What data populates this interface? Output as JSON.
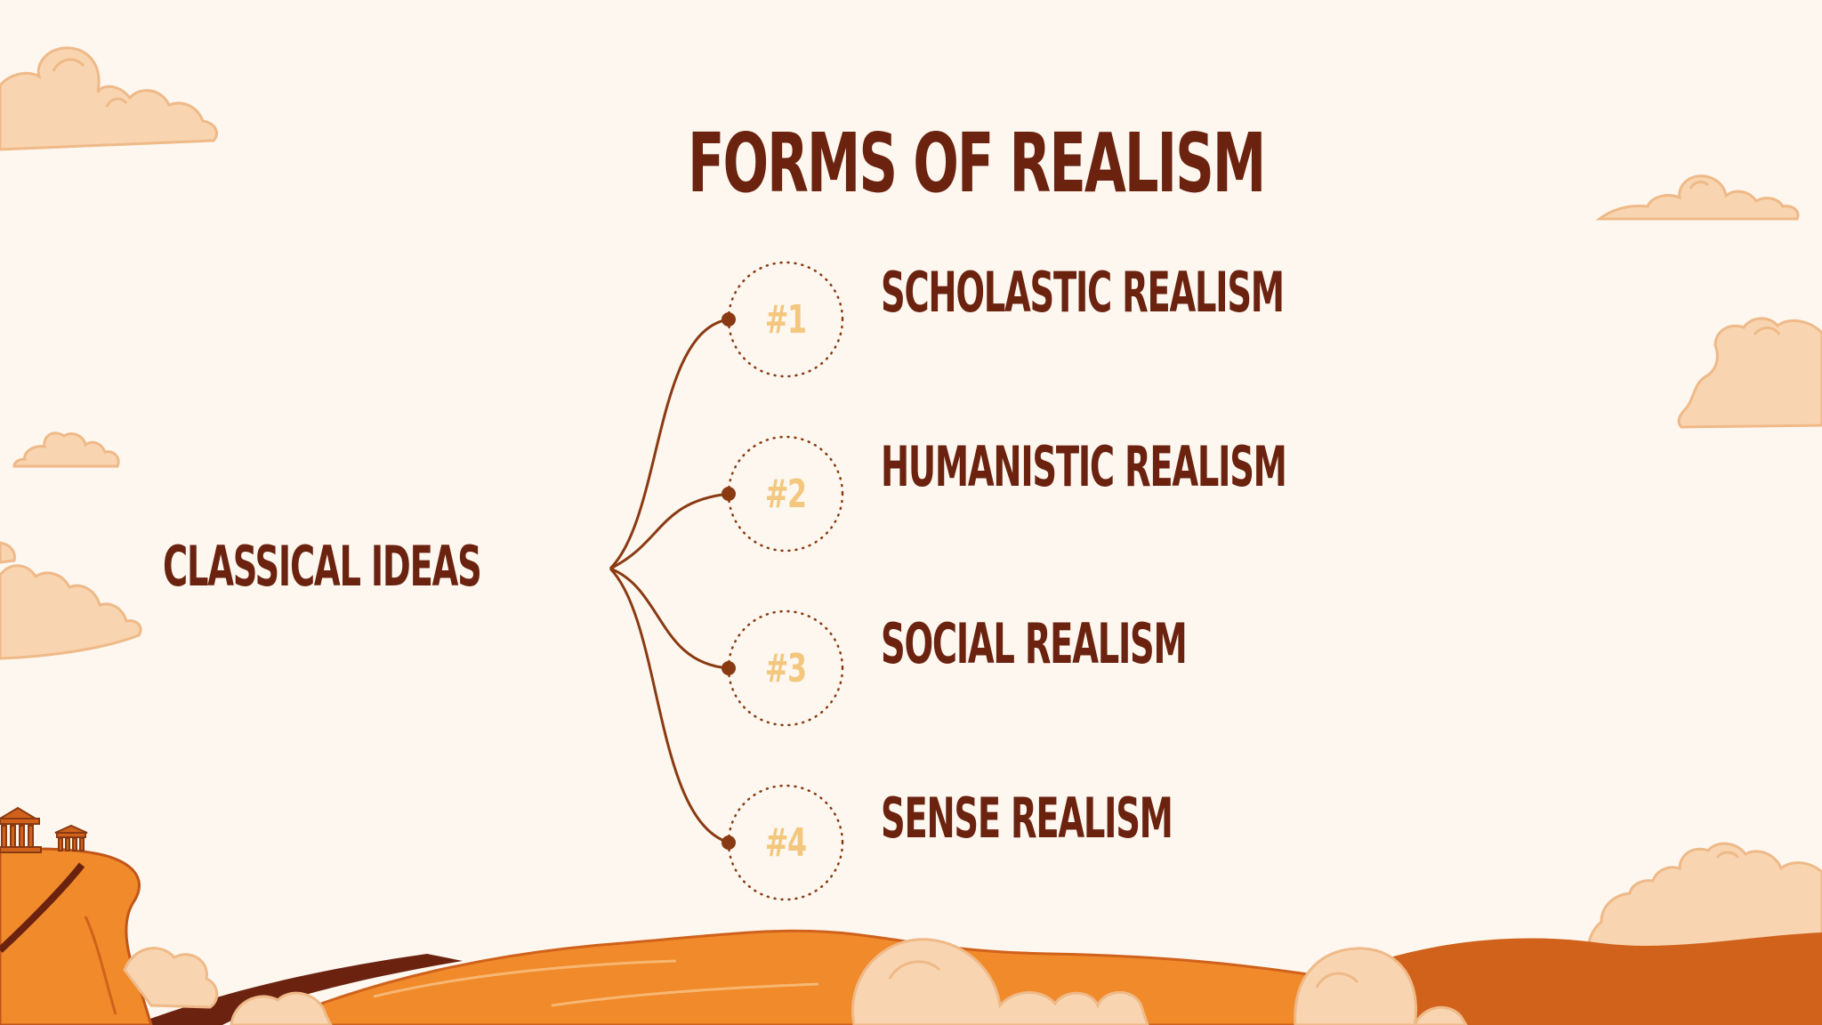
{
  "title": "FORMS OF REALISM",
  "root": {
    "label": "CLASSICAL IDEAS"
  },
  "items": [
    {
      "number": "#1",
      "label": "SCHOLASTIC REALISM"
    },
    {
      "number": "#2",
      "label": "HUMANISTIC REALISM"
    },
    {
      "number": "#3",
      "label": "SOCIAL REALISM"
    },
    {
      "number": "#4",
      "label": "SENSE REALISM"
    }
  ],
  "colors": {
    "background": "#fdf7ef",
    "text": "#6b2310",
    "number": "#f3c77e",
    "connector": "#8a3a12",
    "cloud": "#f8d5b0",
    "landscape_orange": "#f08a2a",
    "landscape_dark": "#d0621c"
  }
}
